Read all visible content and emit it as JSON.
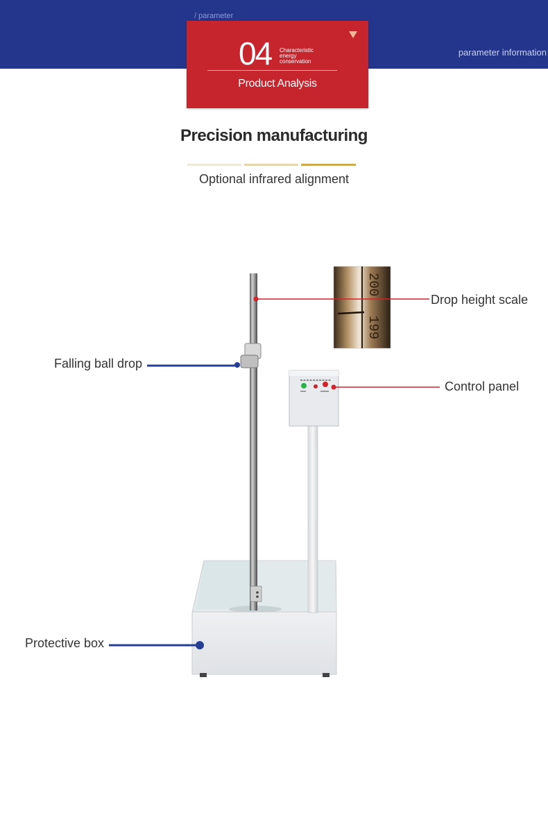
{
  "header": {
    "crumb": "/ parameter",
    "right_text": "parameter information"
  },
  "badge": {
    "number": "04",
    "desc_lines": [
      "Characteristic",
      "energy",
      "conservation"
    ],
    "subtitle": "Product Analysis"
  },
  "section": {
    "title": "Precision manufacturing",
    "subtitle": "Optional infrared alignment"
  },
  "zoom_inset": {
    "scale_number_top": "200",
    "scale_number_bottom": "199"
  },
  "callouts": {
    "drop_height_scale": "Drop height scale",
    "falling_ball_drop": "Falling ball drop",
    "control_panel": "Control panel",
    "protective_box": "Protective box"
  },
  "colors": {
    "header_blue": "#23368c",
    "badge_red": "#c6252d",
    "callout_red": "#d3222a",
    "callout_blue": "#263e94"
  }
}
